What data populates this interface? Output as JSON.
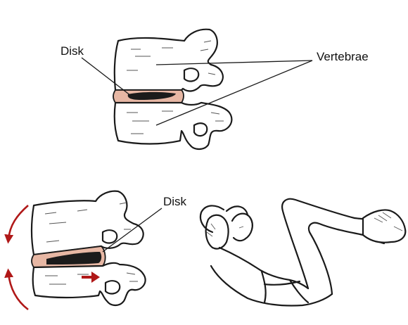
{
  "labels": {
    "top_disk": "Disk",
    "top_vertebrae": "Vertebrae",
    "bottom_disk": "Disk"
  },
  "colors": {
    "disk": "#e7b7a4",
    "nucleus": "#1b1b1b",
    "arrow": "#b01818",
    "line": "#1a1a1a"
  },
  "icons": [
    "curved-arrow-up-icon",
    "curved-arrow-down-icon",
    "push-arrow-icon"
  ]
}
